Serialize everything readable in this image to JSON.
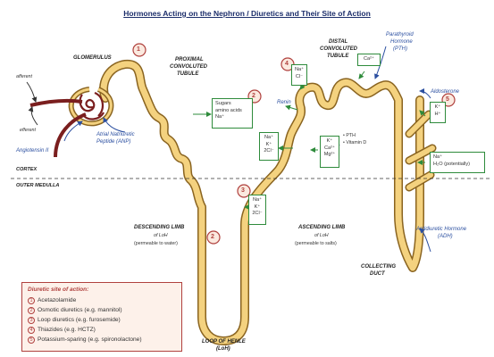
{
  "title": "Hormones Acting on the Nephron / Diuretics and Their Site of Action",
  "labels": {
    "glomerulus": "GLOMERULUS",
    "afferent": "afferent",
    "efferent": "efferent",
    "angiotensin": "Angiotensin II",
    "anp_line1": "Atrial Natriuretic",
    "anp_line2": "Peptide (ANP)",
    "pct_line1": "PROXIMAL",
    "pct_line2": "CONVOLUTED",
    "pct_line3": "TUBULE",
    "dct_line1": "DISTAL",
    "dct_line2": "CONVOLUTED",
    "dct_line3": "TUBULE",
    "pth_line1": "Parathyroid",
    "pth_line2": "Hormone",
    "pth_line3": "(PTH)",
    "aldosterone": "Aldosterone",
    "renin": "Renin",
    "pth_bullet": "PTH",
    "vitd_bullet": "Vitamin D",
    "cortex": "CORTEX",
    "outer_medulla": "OUTER MEDULLA",
    "desc_line1": "DESCENDING LIMB",
    "desc_line2": "of LoH",
    "desc_line3": "(permeable to water)",
    "asc_line1": "ASCENDING LIMB",
    "asc_line2": "of LoH",
    "asc_line3": "(permeable to salts)",
    "loop_line1": "LOOP OF HENLE",
    "loop_line2": "(LoH)",
    "adh_line1": "Antidiuretic Hormone",
    "adh_line2": "(ADH)",
    "cd_line1": "COLLECTING",
    "cd_line2": "DUCT"
  },
  "boxes": {
    "pct": [
      "Sugars",
      "amino acids",
      "Na⁺"
    ],
    "thick_asc": [
      "Na⁺",
      "K⁺",
      "2Cl⁻"
    ],
    "dct_top": [
      "Na⁺",
      "Cl⁻"
    ],
    "ca": [
      "Ca²⁺"
    ],
    "dct_ions": [
      "K⁺",
      "Ca²⁺",
      "Mg²⁺"
    ],
    "kh": [
      "K⁺",
      "H⁺"
    ],
    "cd": [
      "Na⁺",
      "H₂O (potentially)"
    ],
    "loop": [
      "Na⁺",
      "K⁺",
      "2Cl⁻"
    ]
  },
  "site_numbers": {
    "n1": "1",
    "n2a": "2",
    "n2b": "2",
    "n3": "3",
    "n4": "4",
    "n5": "5"
  },
  "legend": {
    "title": "Diuretic site of action:",
    "items": [
      {
        "num": "1",
        "text": "Acetazolamide"
      },
      {
        "num": "2",
        "text": "Osmotic diuretics (e.g. mannitol)"
      },
      {
        "num": "3",
        "text": "Loop diuretics (e.g. furosemide)"
      },
      {
        "num": "4",
        "text": "Thiazides (e.g. HCTZ)"
      },
      {
        "num": "5",
        "text": "Potassium-sparing (e.g. spironolactone)"
      }
    ]
  },
  "colors": {
    "tubule_fill": "#f4d27f",
    "tubule_edge": "#8a6420",
    "vessel": "#7a1e1e",
    "arrow_blue": "#2b4fa0",
    "arrow_green": "#2e8b3b",
    "circle_red": "#b0413e"
  }
}
